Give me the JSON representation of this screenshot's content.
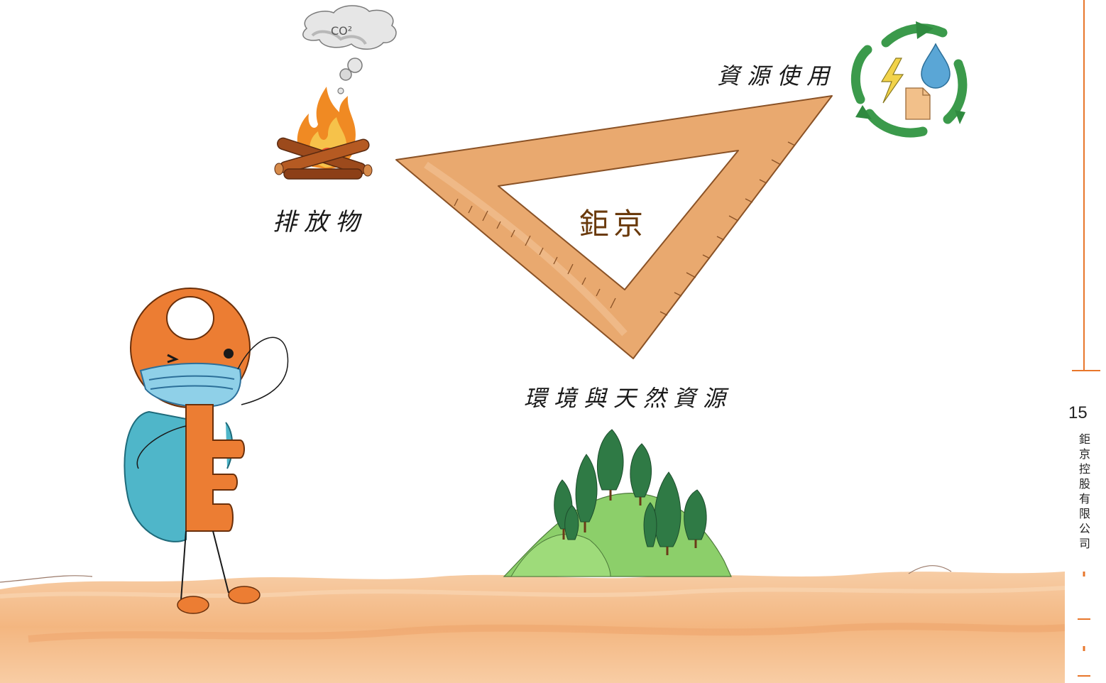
{
  "labels": {
    "emissions": "排放物",
    "resource_use": "資源使用",
    "environment": "環境與天然資源",
    "center": "鉅京",
    "co2": "CO²"
  },
  "sidebar": {
    "page_number": "15",
    "company": "鉅京控股有限公司"
  },
  "colors": {
    "accent_orange": "#e8762b",
    "ruler": "#e7a46c",
    "ground": "#f4b27a",
    "recycle_green": "#3b9a4b",
    "water_blue": "#5aa6d6",
    "mask_blue": "#8fd0e8",
    "backpack_teal": "#4fb6c9"
  },
  "icons": [
    "campfire-icon",
    "co2-cloud-icon",
    "recycle-icon",
    "lightning-icon",
    "water-drop-icon",
    "document-icon",
    "forest-hill-icon",
    "key-mascot-icon",
    "set-square-ruler-icon"
  ]
}
